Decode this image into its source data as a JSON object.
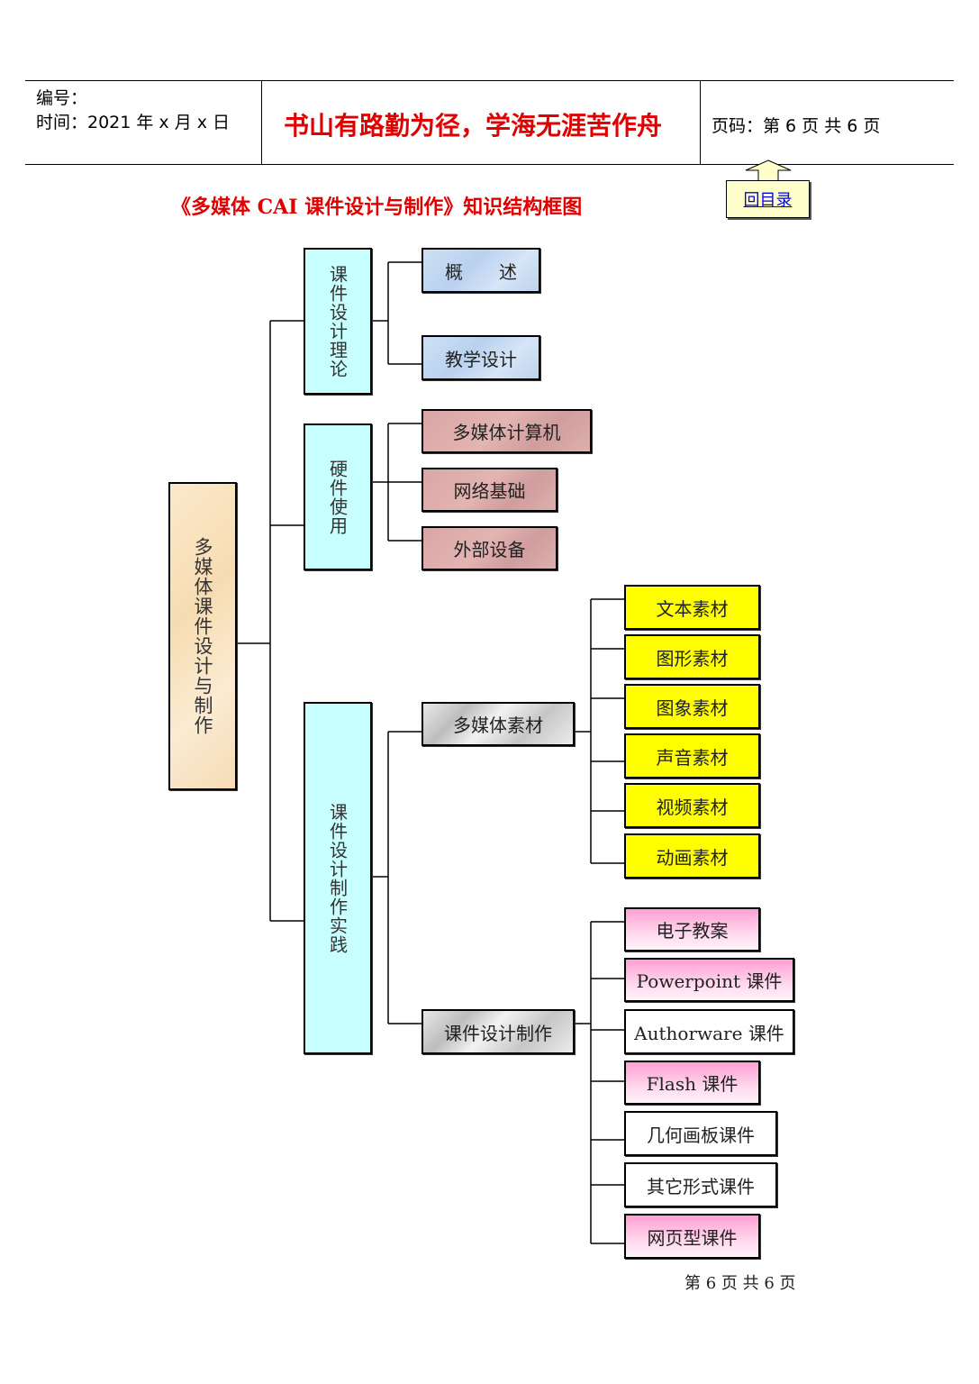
{
  "header": {
    "serial_label": "编号：",
    "time_label": "时间：2021 年 x 月 x 日",
    "motto": "书山有路勤为径，学海无涯苦作舟",
    "page_info": "页码：第 6 页  共 6 页"
  },
  "back_link": {
    "label": "回目录"
  },
  "title": "《多媒体 CAI 课件设计与制作》知识结构框图",
  "root": {
    "label": "多媒体课件设计与制作"
  },
  "branches": [
    {
      "label": "课件设计理论",
      "children": [
        "概　　述",
        "教学设计"
      ]
    },
    {
      "label": "硬件使用",
      "children": [
        "多媒体计算机",
        "网络基础",
        "外部设备"
      ]
    },
    {
      "label": "课件设计制作实践",
      "groups": [
        {
          "label": "多媒体素材",
          "items": [
            "文本素材",
            "图形素材",
            "图象素材",
            "声音素材",
            "视频素材",
            "动画素材"
          ]
        },
        {
          "label": "课件设计制作",
          "items": [
            "电子教案",
            "Powerpoint 课件",
            "Authorware 课件",
            "Flash 课件",
            "几何画板课件",
            "其它形式课件",
            "网页型课件"
          ]
        }
      ]
    }
  ],
  "colors": {
    "accent_red": "#e00000",
    "link_blue": "#0000ee",
    "theory": "#c8ffff",
    "material": "#ffff00",
    "courseware": "#ff9fd3"
  },
  "footer": "第 6 页 共 6 页"
}
